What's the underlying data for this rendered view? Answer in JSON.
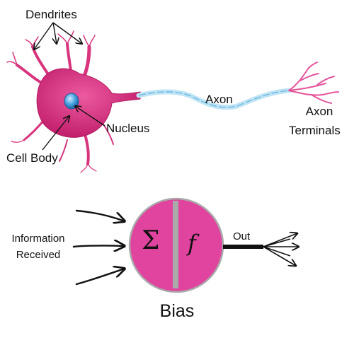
{
  "neuron": {
    "dendrites_label": "Dendrites",
    "nucleus_label": "Nucleus",
    "cell_body_label": "Cell Body",
    "axon_label": "Axon",
    "axon_terminals_label_line1": "Axon",
    "axon_terminals_label_line2": "Terminals"
  },
  "artificial_neuron": {
    "input_label_line1": "Information",
    "input_label_line2": "Received",
    "sum_symbol": "Σ",
    "function_symbol": "f",
    "output_label": "Out",
    "bias_label": "Bias"
  },
  "colors": {
    "cell_body": "#d8357e",
    "nucleus": "#4aa3e0",
    "axon_sheath": "#bfe4f5",
    "perceptron_fill": "#e0449e",
    "perceptron_border": "#aaaaaa",
    "arrow": "#111111"
  }
}
